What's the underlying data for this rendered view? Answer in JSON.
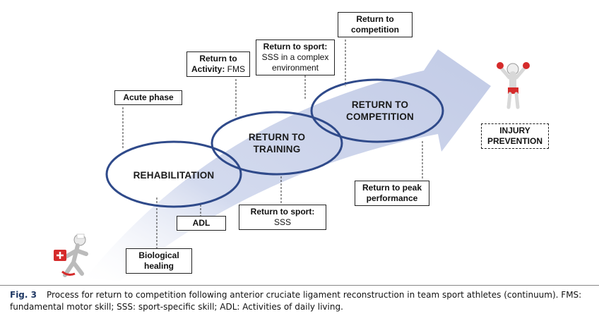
{
  "phases": {
    "rehab": "REHABILITATION",
    "training": "RETURN TO TRAINING",
    "competition": "RETURN TO COMPETITION"
  },
  "labels": {
    "acute": "Acute phase",
    "rta_bold": "Return to Activity:",
    "rta_normal": "FMS",
    "rts1_bold": "Return to sport:",
    "rts1_normal": "SSS in a complex environment",
    "rtc": "Return to competition",
    "adl": "ADL",
    "bio": "Biological healing",
    "rts2_bold": "Return to sport:",
    "rts2_normal": "SSS",
    "peak": "Return to peak performance",
    "injury": "INJURY PREVENTION"
  },
  "caption": {
    "fig": "Fig. 3",
    "text": "Process for return to competition following anterior cruciate ligament reconstruction in team sport athletes (continuum). FMS: fundamental motor skill; SSS: sport-specific skill; ADL: Activities of daily living."
  },
  "colors": {
    "arrow": "#c9d1e8",
    "ellipse": "#2f4a8a"
  }
}
